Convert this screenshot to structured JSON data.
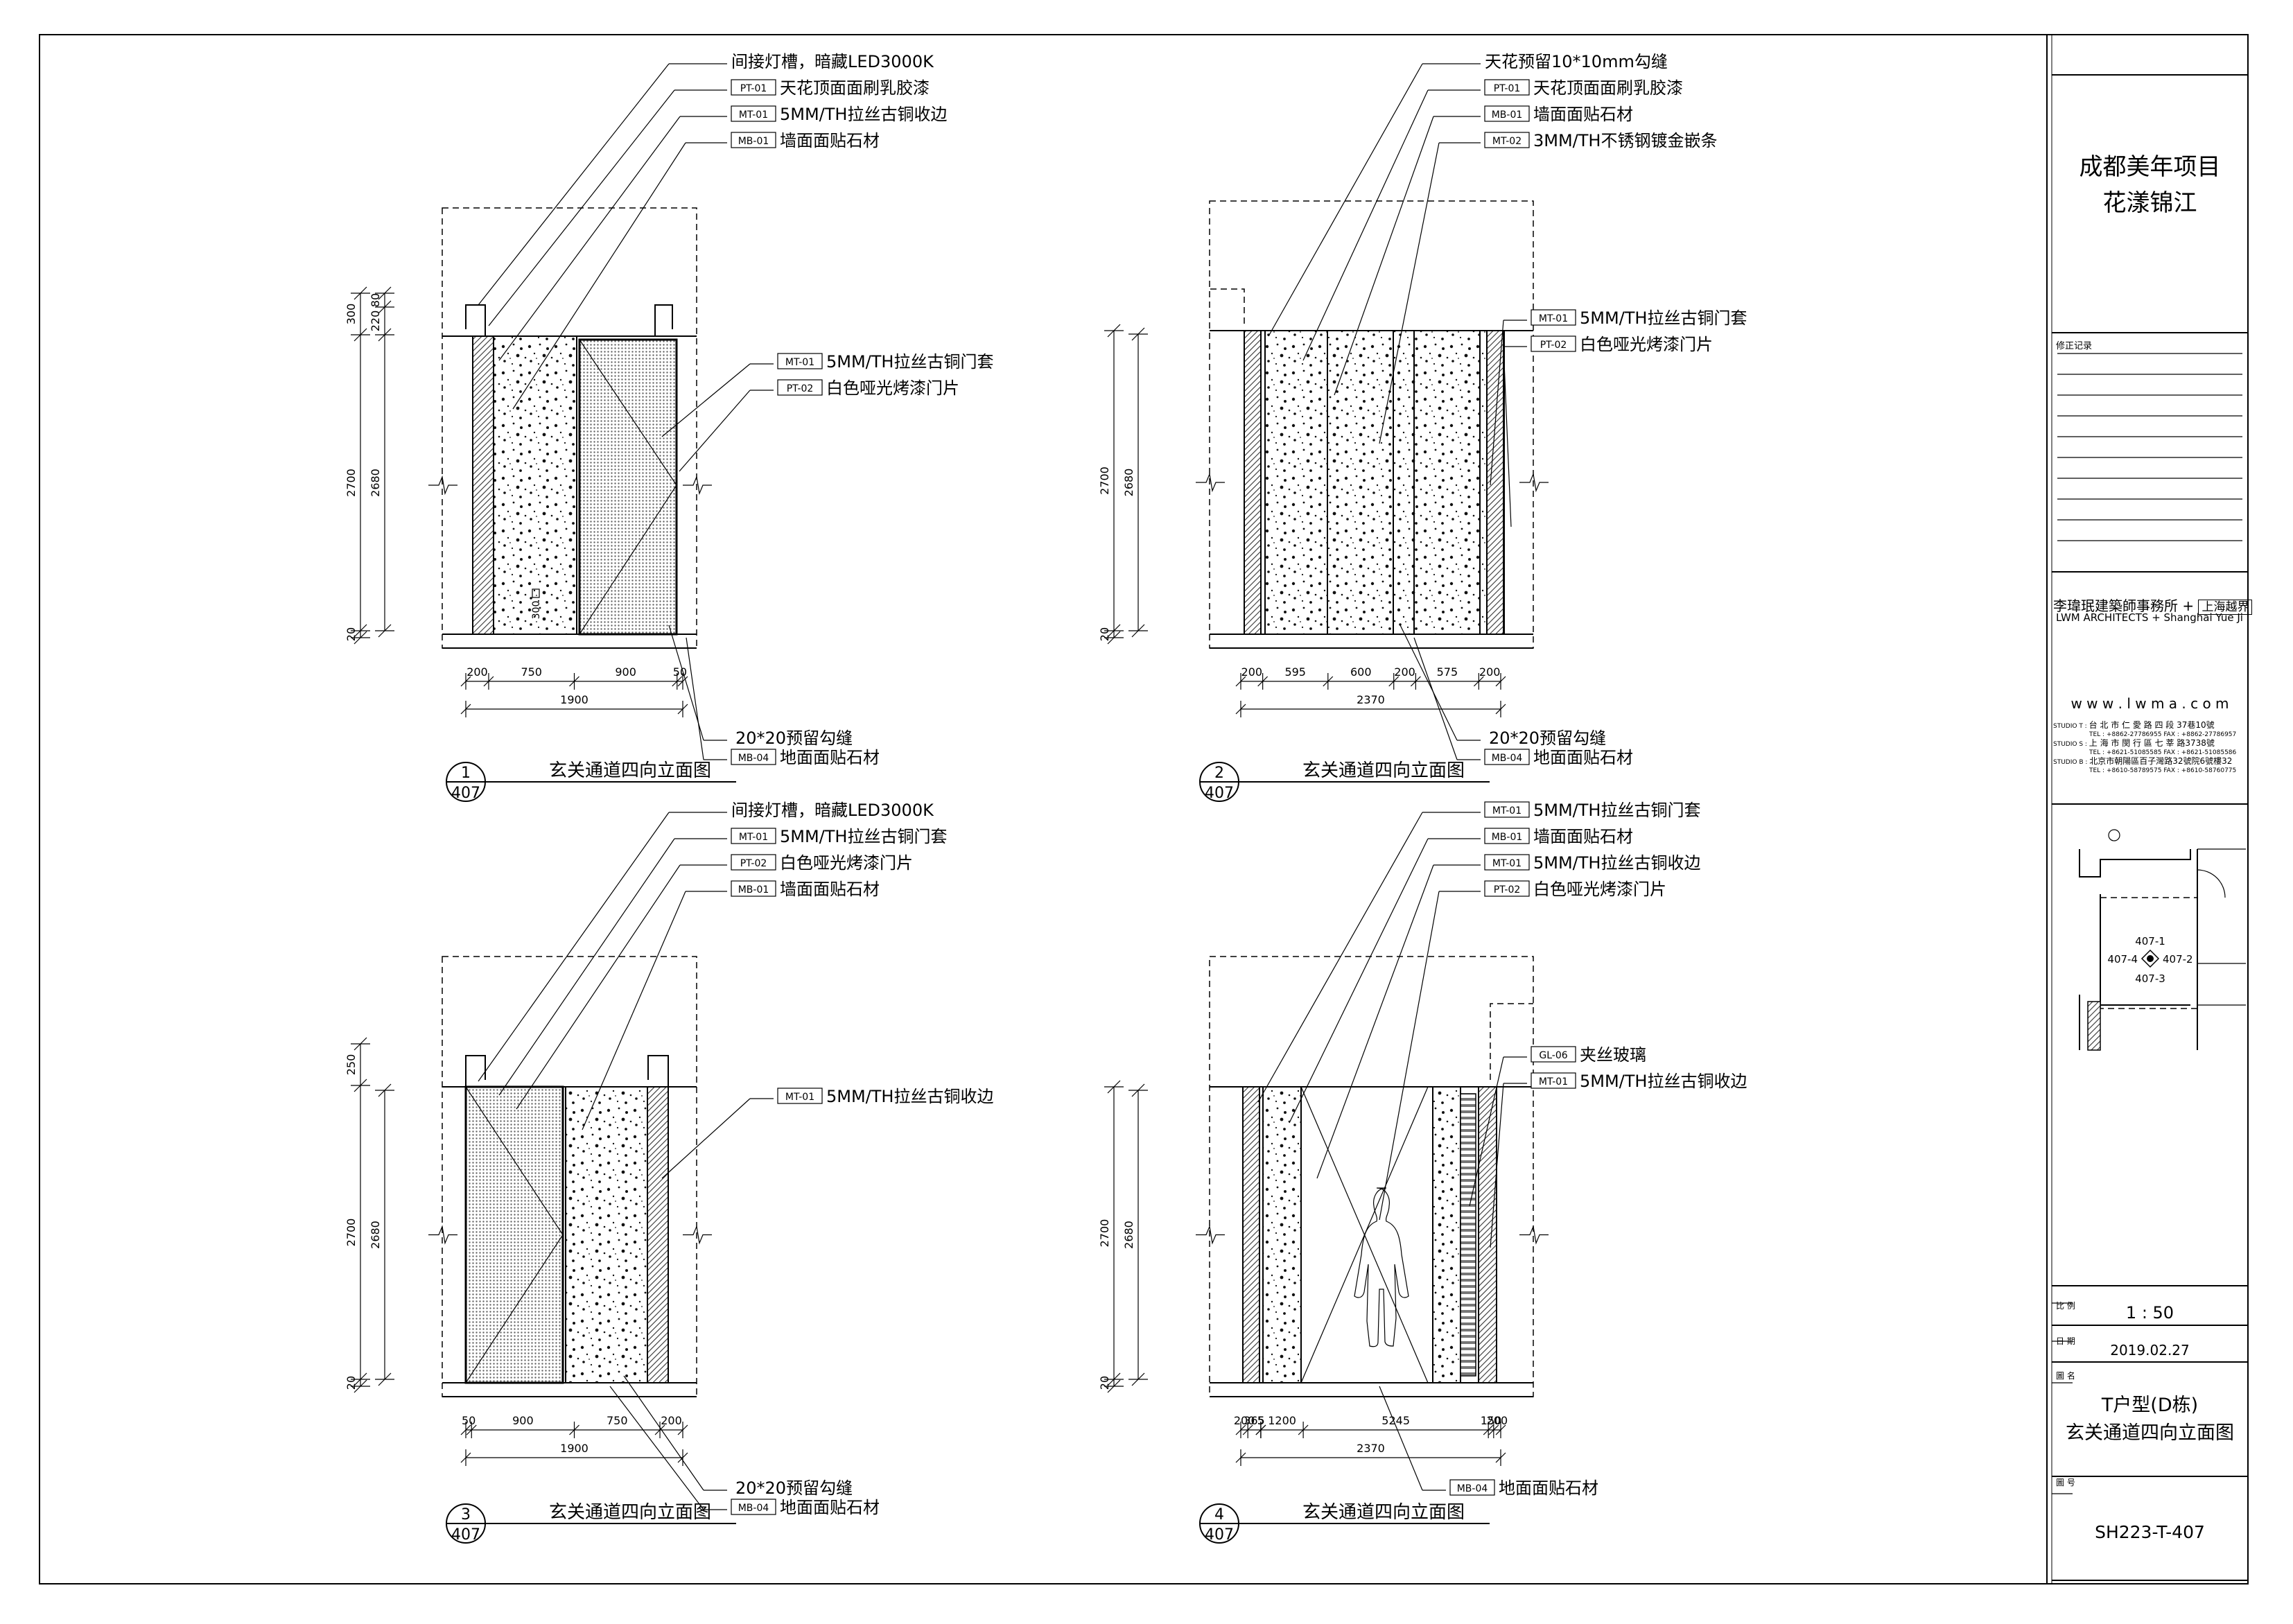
{
  "colors": {
    "line": "#000000",
    "paper": "#ffffff",
    "hatch": "#555555"
  },
  "elevations": [
    {
      "number": "1",
      "sheet": "407",
      "caption": "玄关通道四向立面图",
      "leaders_top": [
        {
          "tag": "",
          "text": "间接灯槽，暗藏LED3000K"
        },
        {
          "tag": "PT-01",
          "text": "天花顶面面刷乳胶漆"
        },
        {
          "tag": "MT-01",
          "text": "5MM/TH拉丝古铜收边"
        },
        {
          "tag": "MB-01",
          "text": "墙面面贴石材"
        }
      ],
      "leaders_right": [
        {
          "tag": "MT-01",
          "text": "5MM/TH拉丝古铜门套"
        },
        {
          "tag": "PT-02",
          "text": "白色哑光烤漆门片"
        }
      ],
      "leaders_bottom": [
        {
          "tag": "",
          "text": "20*20预留勾缝"
        },
        {
          "tag": "MB-04",
          "text": "地面面贴石材"
        }
      ],
      "dims_left_outer": [
        "300",
        "2700",
        "20"
      ],
      "dims_left_inner": [
        "80",
        "220",
        "2680"
      ],
      "dims_bottom": [
        "200",
        "750",
        "900",
        "50"
      ],
      "dim_total": "1900",
      "note_inner": "300"
    },
    {
      "number": "2",
      "sheet": "407",
      "caption": "玄关通道四向立面图",
      "leaders_top": [
        {
          "tag": "",
          "text": "天花预留10*10mm勾缝"
        },
        {
          "tag": "PT-01",
          "text": "天花顶面面刷乳胶漆"
        },
        {
          "tag": "MB-01",
          "text": "墙面面贴石材"
        },
        {
          "tag": "MT-02",
          "text": "3MM/TH不锈钢镀金嵌条"
        }
      ],
      "leaders_right": [
        {
          "tag": "MT-01",
          "text": "5MM/TH拉丝古铜门套"
        },
        {
          "tag": "PT-02",
          "text": "白色哑光烤漆门片"
        }
      ],
      "leaders_bottom": [
        {
          "tag": "",
          "text": "20*20预留勾缝"
        },
        {
          "tag": "MB-04",
          "text": "地面面贴石材"
        }
      ],
      "dims_left_outer": [
        "2700",
        "20"
      ],
      "dims_left_inner": [
        "2680"
      ],
      "dims_bottom": [
        "200",
        "595",
        "600",
        "200",
        "575",
        "200"
      ],
      "dim_total": "2370"
    },
    {
      "number": "3",
      "sheet": "407",
      "caption": "玄关通道四向立面图",
      "leaders_top": [
        {
          "tag": "",
          "text": "间接灯槽，暗藏LED3000K"
        },
        {
          "tag": "MT-01",
          "text": "5MM/TH拉丝古铜门套"
        },
        {
          "tag": "PT-02",
          "text": "白色哑光烤漆门片"
        },
        {
          "tag": "MB-01",
          "text": "墙面面贴石材"
        }
      ],
      "leaders_right": [
        {
          "tag": "MT-01",
          "text": "5MM/TH拉丝古铜收边"
        }
      ],
      "leaders_bottom": [
        {
          "tag": "",
          "text": "20*20预留勾缝"
        },
        {
          "tag": "MB-04",
          "text": "地面面贴石材"
        }
      ],
      "dims_left_outer": [
        "250",
        "2700",
        "20"
      ],
      "dims_left_inner": [
        "2680"
      ],
      "dims_bottom": [
        "50",
        "900",
        "750",
        "200"
      ],
      "dim_total": "1900"
    },
    {
      "number": "4",
      "sheet": "407",
      "caption": "玄关通道四向立面图",
      "leaders_top": [
        {
          "tag": "MT-01",
          "text": "5MM/TH拉丝古铜门套"
        },
        {
          "tag": "MB-01",
          "text": "墙面面贴石材"
        },
        {
          "tag": "MT-01",
          "text": "5MM/TH拉丝古铜收边"
        },
        {
          "tag": "PT-02",
          "text": "白色哑光烤漆门片"
        }
      ],
      "leaders_right": [
        {
          "tag": "GL-06",
          "text": "夹丝玻璃"
        },
        {
          "tag": "MT-01",
          "text": "5MM/TH拉丝古铜收边"
        }
      ],
      "leaders_bottom": [
        {
          "tag": "MB-04",
          "text": "地面面贴石材"
        }
      ],
      "dims_left_outer": [
        "2700",
        "20"
      ],
      "dims_left_inner": [
        "2680"
      ],
      "dims_bottom": [
        "200",
        "365",
        "5",
        "1200",
        "5245",
        "150",
        "200"
      ],
      "dim_total": "2370"
    }
  ],
  "title_block": {
    "project_line1": "成都美年项目",
    "project_line2": "花漾锦江",
    "revision_label": "修正记录",
    "firm_cn": "李瑋珉建築師事務所 +",
    "firm_cn_partner": "上海越界",
    "firm_en": "LWM ARCHITECTS + Shanghai Yue Ji",
    "website": "w w w . l w m a . c o m",
    "studios": [
      {
        "label": "STUDIO T :",
        "address": "台 北 市 仁 愛 路 四 段 37巷10號",
        "contact": "TEL : +8862-27786955   FAX : +8862-27786957"
      },
      {
        "label": "STUDIO S :",
        "address": "上 海 市 閔 行 區 七 莘 路3738號",
        "contact": "TEL : +8621-51085585   FAX : +8621-51085586"
      },
      {
        "label": "STUDIO B :",
        "address": "北京市朝陽區百子灣路32號院6號樓32",
        "contact": "TEL : +8610-58789575   FAX : +8610-58760775"
      }
    ],
    "keyplan_tags": [
      "407-1",
      "407-4",
      "407-2",
      "407-3"
    ],
    "scale_label": "比 例",
    "scale": "1 : 50",
    "date_label": "日 期",
    "date": "2019.02.27",
    "drawing_name_label": "圖 名",
    "drawing_name_line1": "T户型(D栋)",
    "drawing_name_line2": "玄关通道四向立面图",
    "drawing_no_label": "圖 号",
    "drawing_no": "SH223-T-407"
  }
}
